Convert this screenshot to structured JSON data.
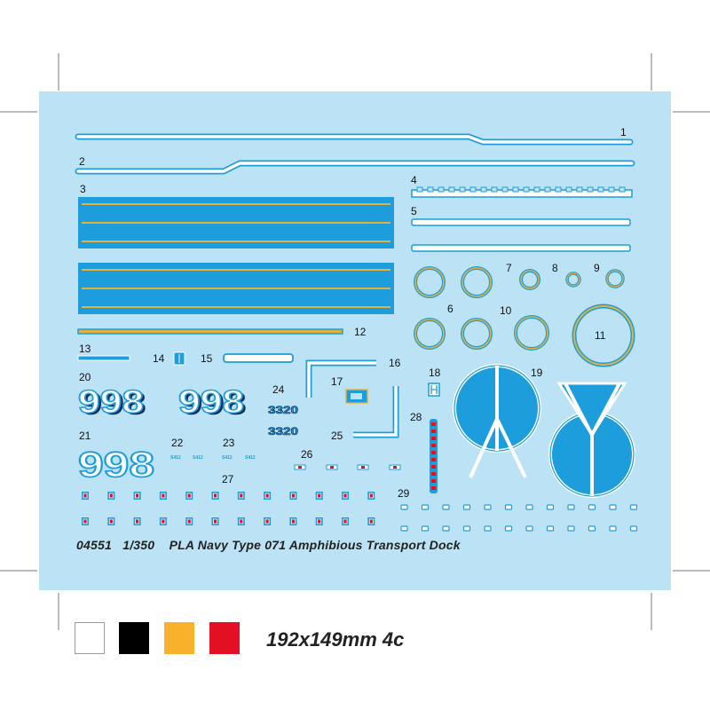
{
  "caption": {
    "code": "04551",
    "scale": "1/350",
    "title": "PLA Navy Type 071 Amphibious Transport Dock"
  },
  "footer": {
    "size": "192x149mm 4c"
  },
  "colors": {
    "sheet_bg": "#bce3f5",
    "decal_blue": "#1d9ddb",
    "decal_white": "#ffffff",
    "decal_yellow": "#f7b12b",
    "decal_red": "#e30f22",
    "decal_black": "#000000"
  },
  "swatches": [
    {
      "name": "white",
      "color": "#ffffff"
    },
    {
      "name": "black",
      "color": "#000000"
    },
    {
      "name": "yellow",
      "color": "#f7b12b"
    },
    {
      "name": "red",
      "color": "#e30f22"
    }
  ],
  "hull_number": "998",
  "marks": {
    "small_number": "3320",
    "tiny_text": "S412"
  },
  "labels": {
    "n1": "1",
    "n2": "2",
    "n3": "3",
    "n4": "4",
    "n5": "5",
    "n6": "6",
    "n7": "7",
    "n8": "8",
    "n9": "9",
    "n10": "10",
    "n11": "11",
    "n12": "12",
    "n13": "13",
    "n14": "14",
    "n15": "15",
    "n16": "16",
    "n17": "17",
    "n18": "18",
    "n19": "19",
    "n20": "20",
    "n21": "21",
    "n22": "22",
    "n23": "23",
    "n24": "24",
    "n25": "25",
    "n26": "26",
    "n27": "27",
    "n28": "28",
    "n29": "29"
  }
}
